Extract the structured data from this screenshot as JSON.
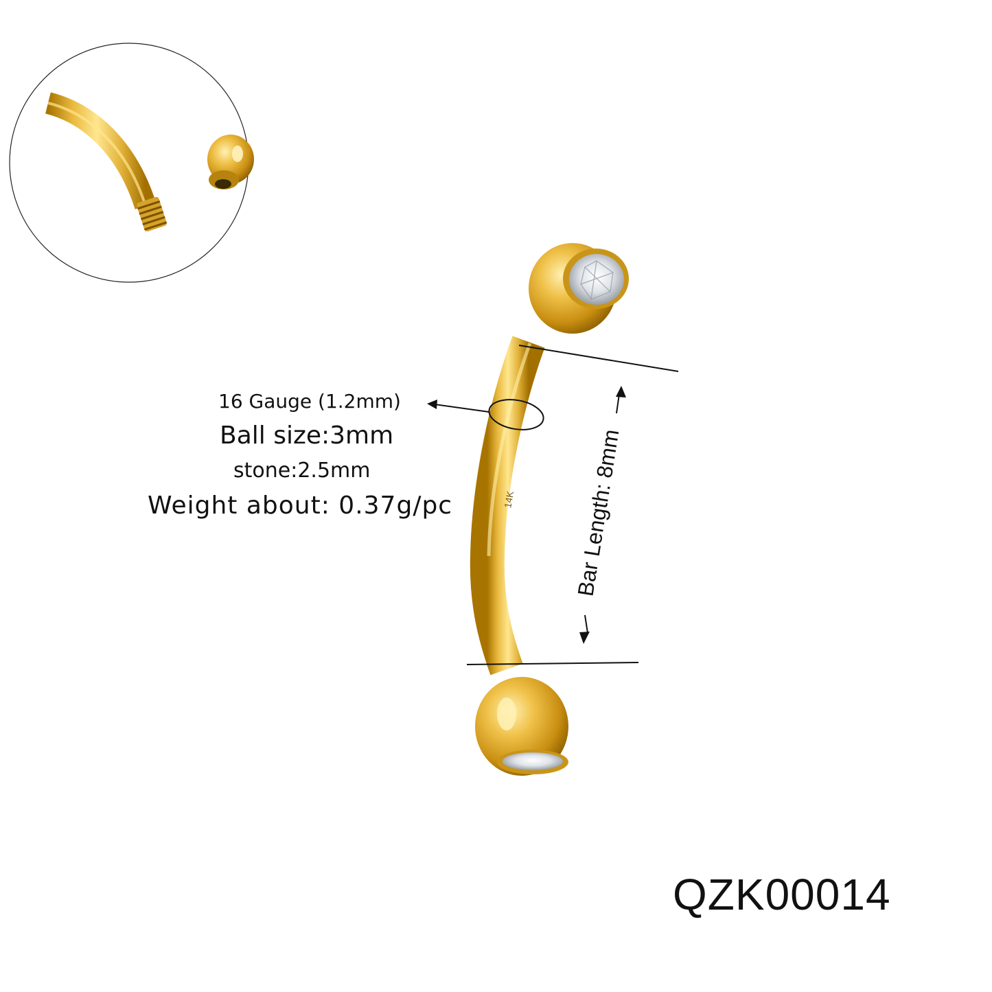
{
  "specs": {
    "gauge": "16 Gauge  (1.2mm)",
    "ball_size": "Ball size:3mm",
    "stone": "stone:2.5mm",
    "weight": "Weight about: 0.37g/pc"
  },
  "bar_length_label": "Bar Length: 8mm",
  "product_code": "QZK00014",
  "engraving": "14K",
  "colors": {
    "gold": "#E2B23A",
    "gold_light": "#FFE58A",
    "gold_dark": "#9C6B00",
    "line": "#111111"
  },
  "icons": {
    "inset": "bar-end-and-ball-detail",
    "arrow": "arrow-icon"
  }
}
